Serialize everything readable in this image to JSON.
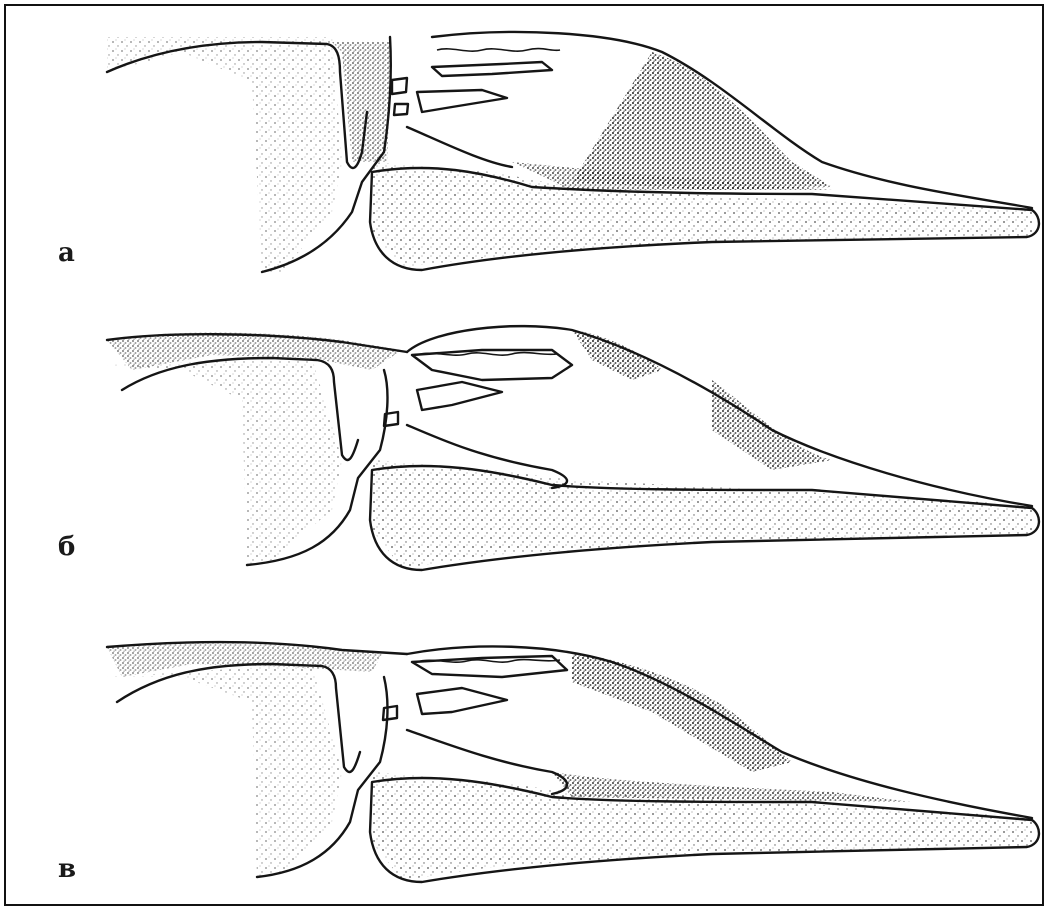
{
  "panels": [
    {
      "label": "а"
    },
    {
      "label": "б"
    },
    {
      "label": "в"
    }
  ],
  "colors": {
    "ink": "#151515",
    "paper": "#ffffff"
  }
}
